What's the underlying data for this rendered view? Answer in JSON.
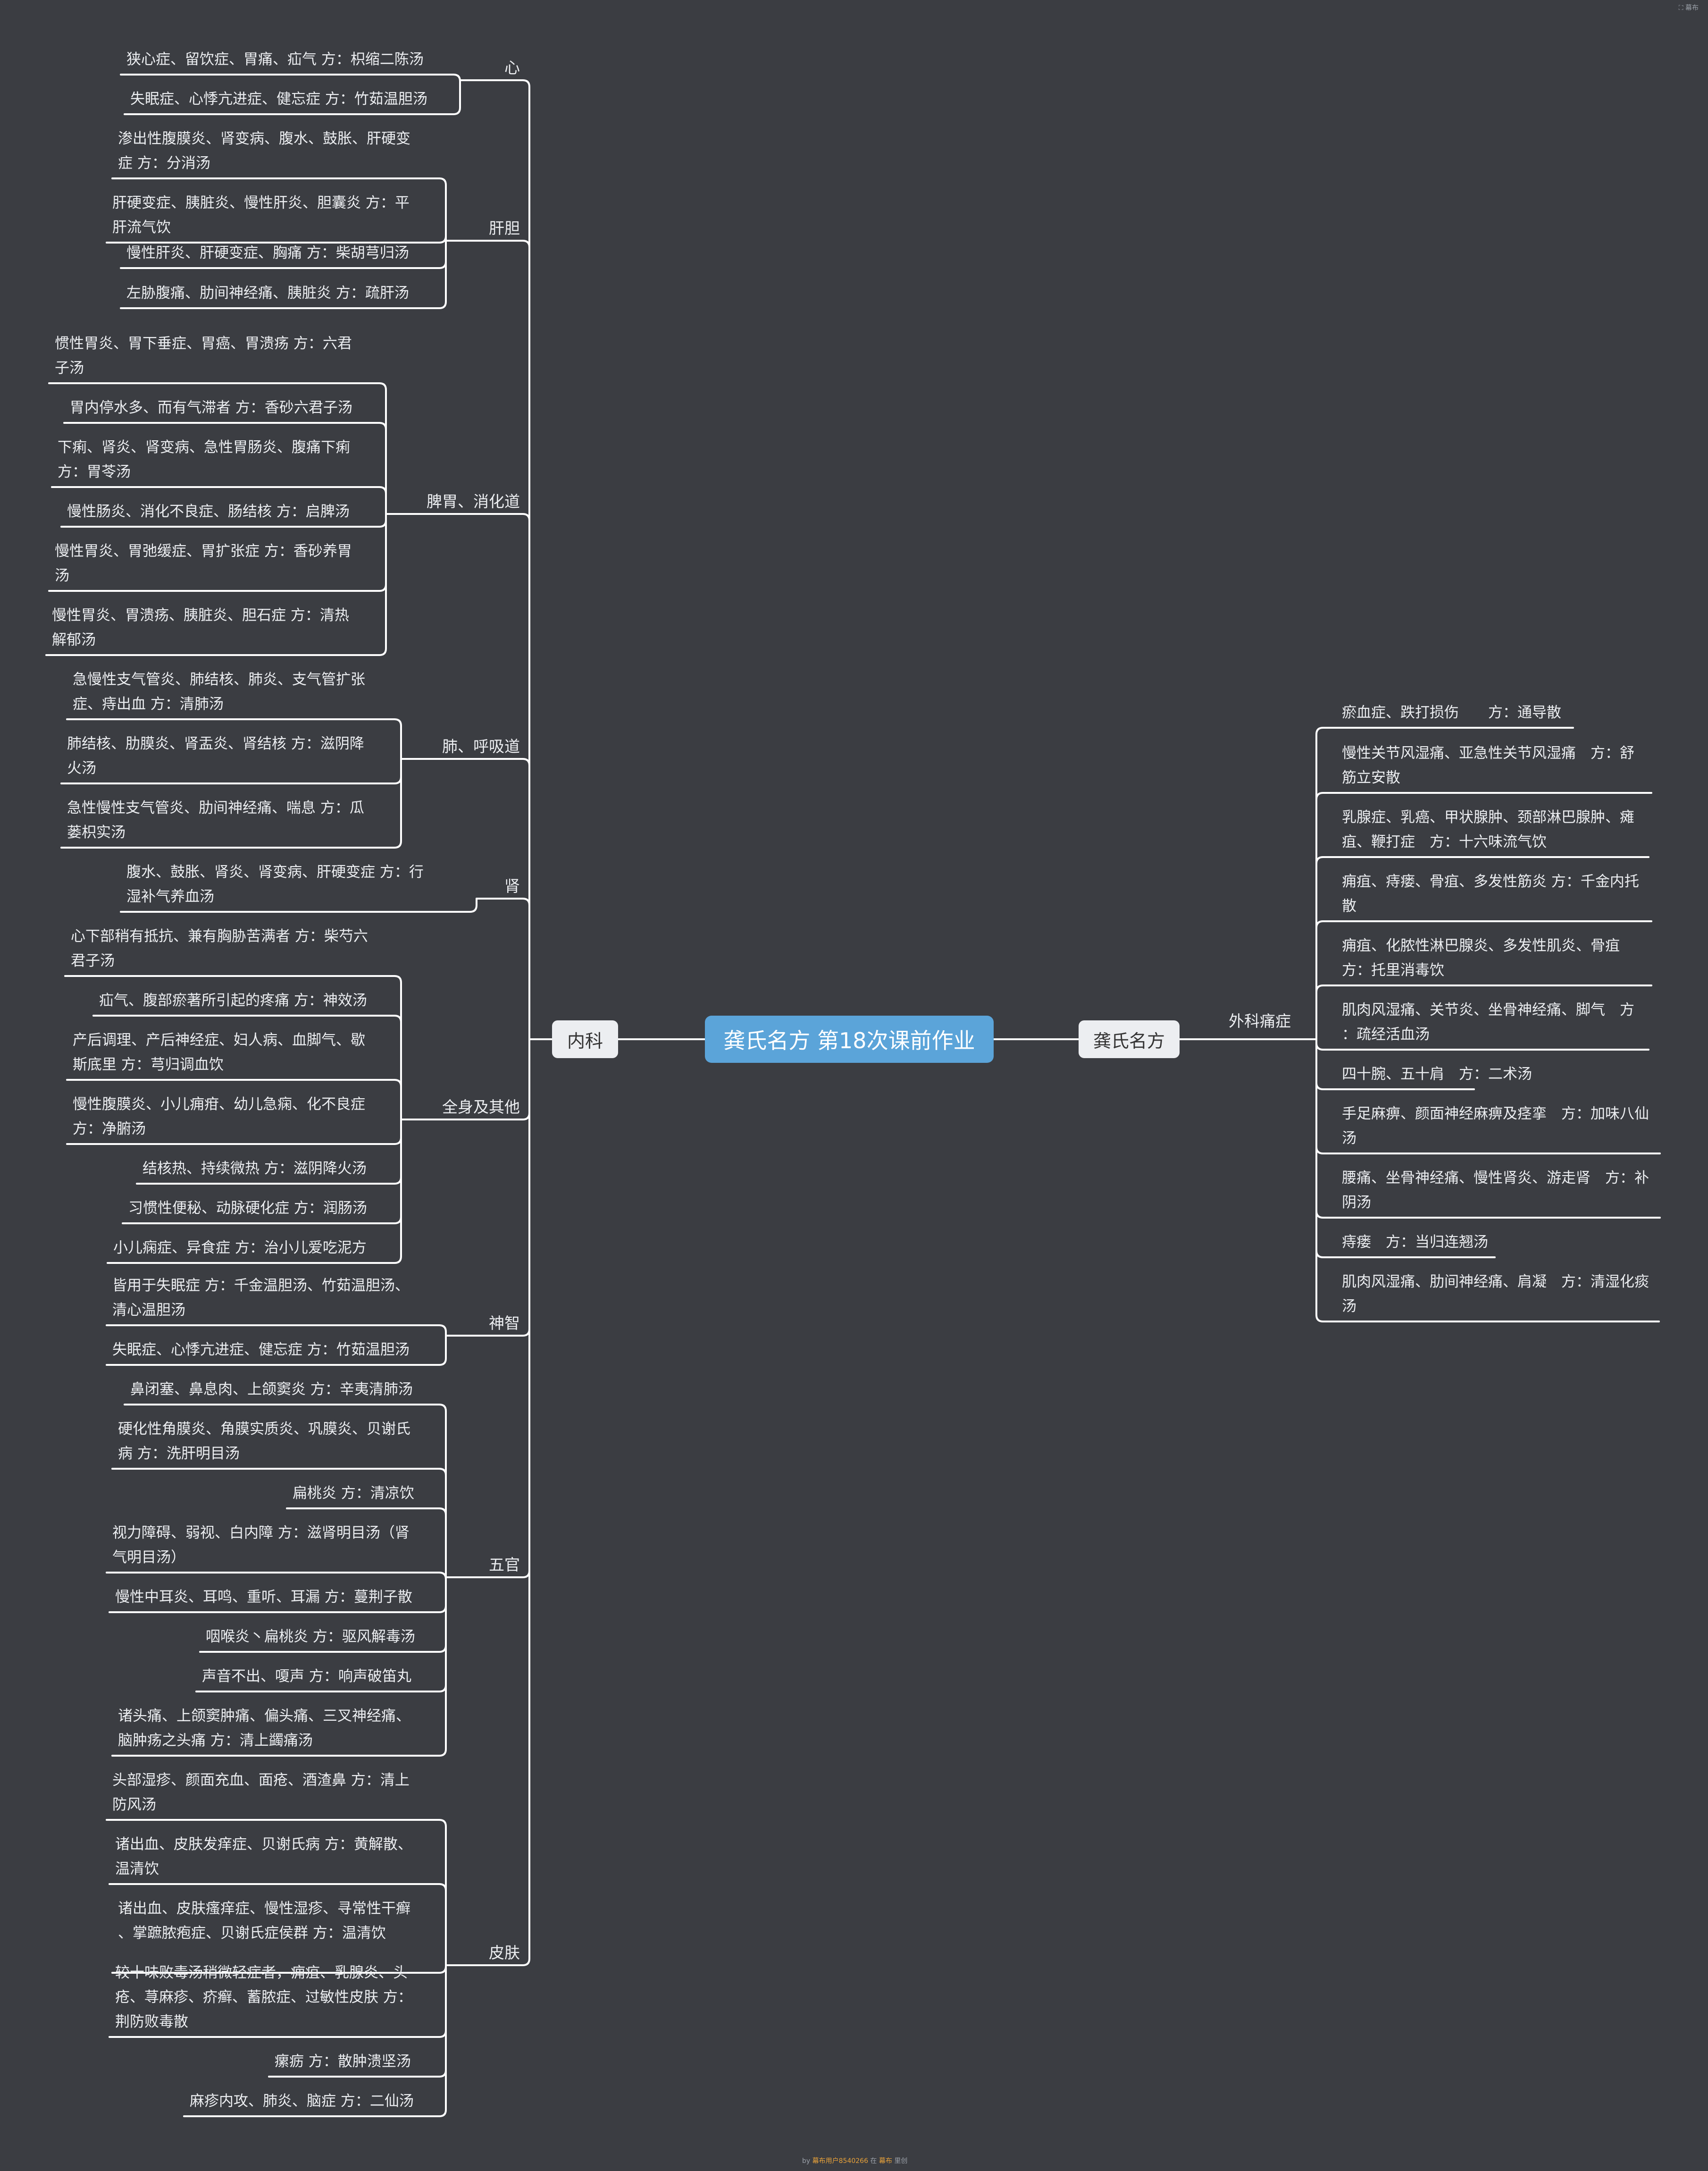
{
  "root": {
    "label": "龚氏名方 第18次课前作业"
  },
  "left_hub": {
    "label": "内科"
  },
  "right_hub": {
    "label": "龚氏名方"
  },
  "left_branches": [
    {
      "label": "心",
      "leaves": [
        "狭心症、留饮症、胃痛、疝气 方：枳缩二陈汤",
        "失眠症、心悸亢进症、健忘症 方：竹茹温胆汤"
      ]
    },
    {
      "label": "肝胆",
      "leaves": [
        "渗出性腹膜炎、肾变病、腹水、鼓胀、肝硬变\n症 方：分消汤",
        "肝硬变症、胰脏炎、慢性肝炎、胆囊炎 方：平\n肝流气饮",
        "慢性肝炎、肝硬变症、胸痛 方：柴胡芎归汤",
        "左胁腹痛、肋间神经痛、胰脏炎 方：疏肝汤"
      ]
    },
    {
      "label": "脾胃、消化道",
      "leaves": [
        "惯性胃炎、胃下垂症、胃癌、胃溃疡 方：六君\n子汤",
        "胃内停水多、而有气滞者 方：香砂六君子汤",
        "下痢、肾炎、肾变病、急性胃肠炎、腹痛下痢\n方：胃苓汤",
        "慢性肠炎、消化不良症、肠结核 方：启脾汤",
        "慢性胃炎、胃弛缓症、胃扩张症 方：香砂养胃\n汤",
        "慢性胃炎、胃溃疡、胰脏炎、胆石症 方：清热\n解郁汤"
      ]
    },
    {
      "label": "肺、呼吸道",
      "leaves": [
        "急慢性支气管炎、肺结核、肺炎、支气管扩张\n症、痔出血 方：清肺汤",
        "肺结核、肋膜炎、肾盂炎、肾结核 方：滋阴降\n火汤",
        "急性慢性支气管炎、肋间神经痛、喘息 方：瓜\n蒌枳实汤"
      ]
    },
    {
      "label": "肾",
      "leaves": [
        "腹水、鼓胀、肾炎、肾变病、肝硬变症 方：行\n湿补气养血汤"
      ]
    },
    {
      "label": "全身及其他",
      "leaves": [
        "心下部稍有抵抗、兼有胸胁苦满者 方：柴芍六\n君子汤",
        "疝气、腹部瘀著所引起的疼痛 方：神效汤",
        "产后调理、产后神经症、妇人病、血脚气、歇\n斯底里 方：芎归调血饮",
        "慢性腹膜炎、小儿痈疳、幼儿急痫、化不良症\n方：净腑汤",
        "结核热、持续微热 方：滋阴降火汤",
        "习惯性便秘、动脉硬化症 方：润肠汤",
        "小儿痫症、异食症 方：治小儿爱吃泥方"
      ]
    },
    {
      "label": "神智",
      "leaves": [
        "皆用于失眠症 方：千金温胆汤、竹茹温胆汤、\n清心温胆汤",
        "失眠症、心悸亢进症、健忘症 方：竹茹温胆汤"
      ]
    },
    {
      "label": "五官",
      "leaves": [
        "鼻闭塞、鼻息肉、上颌窦炎 方：辛夷清肺汤",
        "硬化性角膜炎、角膜实质炎、巩膜炎、贝谢氏\n病 方：洗肝明目汤",
        "扁桃炎 方：清凉饮",
        "视力障碍、弱视、白内障 方：滋肾明目汤（肾\n气明目汤）",
        "慢性中耳炎、耳鸣、重听、耳漏 方：蔓荆子散",
        "咽喉炎丶扁桃炎 方：驱风解毒汤",
        "声音不出、嗄声 方：响声破笛丸",
        "诸头痛、上颌窦肿痛、偏头痛、三叉神经痛、\n脑肿疡之头痛 方：清上蠲痛汤"
      ]
    },
    {
      "label": "皮肤",
      "leaves": [
        "头部湿疹、颜面充血、面疮、酒渣鼻 方：清上\n防风汤",
        "诸出血、皮肤发痒症、贝谢氏病 方：黄解散、\n温清饮",
        "诸出血、皮肤瘙痒症、慢性湿疹、寻常性干癣\n、掌蹠脓疱症、贝谢氏症侯群 方：温清饮",
        "较十味败毒汤稍微轻症者，痈疽、乳腺炎、头\n疮、荨麻疹、疥癣、蓄脓症、过敏性皮肤 方：\n荆防败毒散",
        "瘰疬 方：散肿溃坚汤",
        "麻疹内攻、肺炎、脑症 方：二仙汤"
      ]
    }
  ],
  "right_branch": {
    "label": "外科痛症",
    "leaves": [
      "瘀血症、跌打损伤　　方：通导散",
      "慢性关节风湿痛、亚急性关节风湿痛　方：舒\n筋立安散",
      "乳腺症、乳癌、甲状腺肿、颈部淋巴腺肿、瘫\n疽、鞭打症　方：十六味流气饮",
      "痈疽、痔瘘、骨疽、多发性筋炎 方：千金内托\n散",
      "痈疽、化脓性淋巴腺炎、多发性肌炎、骨疽\n方：托里消毒饮",
      "肌肉风湿痛、关节炎、坐骨神经痛、脚气　方\n：疏经活血汤",
      "四十腕、五十肩　方：二术汤",
      "手足麻痹、颜面神经麻痹及痉挛　方：加味八仙\n汤",
      "腰痛、坐骨神经痛、慢性肾炎、游走肾　方：补\n阴汤",
      "痔瘘　方：当归连翘汤",
      "肌肉风湿痛、肋间神经痛、肩凝　方：清湿化痰\n汤"
    ]
  },
  "corner_label": "幕布",
  "footer": {
    "prefix": "by ",
    "user": "幕布用户8540266",
    "mid": " 在 ",
    "app": "幕布",
    "suffix": " 里创"
  }
}
